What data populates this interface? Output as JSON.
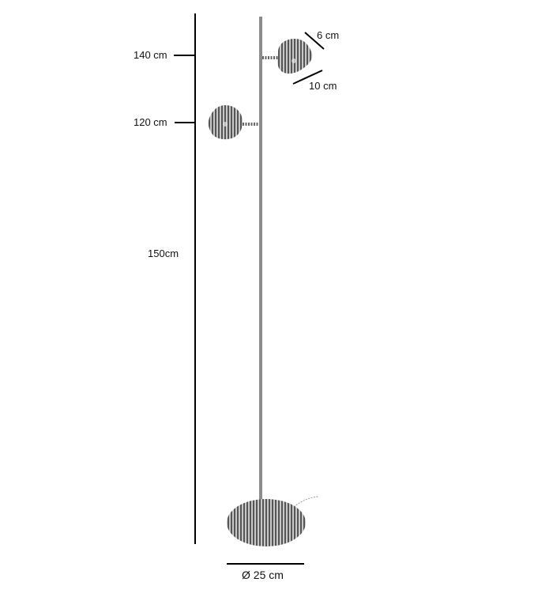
{
  "diagram": {
    "subject": "Two-head floor lamp dimension drawing",
    "colors": {
      "dimension_line": "#000000",
      "pole": "#8c8c8c",
      "stripe_dark": "#555555",
      "stripe_light": "#c8c8c8",
      "cable": "#9a9a9a"
    },
    "labels": {
      "height_140": "140 cm",
      "height_120": "120 cm",
      "total_height": "150cm",
      "shade_depth": "6 cm",
      "shade_width": "10 cm",
      "base_diameter": "Ø 25 cm"
    },
    "components": [
      {
        "name": "upper-shade",
        "height_label": "140 cm"
      },
      {
        "name": "lower-shade",
        "height_label": "120 cm"
      },
      {
        "name": "pole",
        "height_label": "150cm"
      },
      {
        "name": "base",
        "diameter_label": "Ø 25 cm"
      }
    ]
  }
}
